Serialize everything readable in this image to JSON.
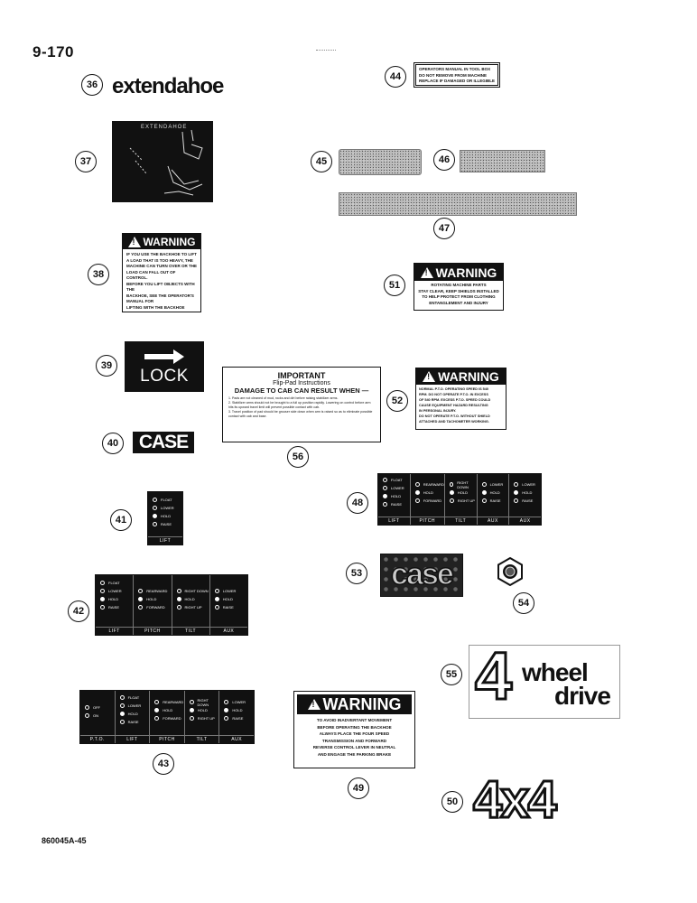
{
  "page_number": "9-170",
  "figure_id": "860045A-45",
  "callouts": [
    "36",
    "37",
    "38",
    "39",
    "40",
    "41",
    "42",
    "43",
    "44",
    "45",
    "46",
    "47",
    "48",
    "49",
    "50",
    "51",
    "52",
    "53",
    "54",
    "55",
    "56"
  ],
  "decal_36": {
    "text": "extendahoe"
  },
  "decal_37": {
    "title": "EXTENDAHOE"
  },
  "decal_38": {
    "heading": "WARNING",
    "lines": [
      "IF YOU USE THE BACKHOE TO LIFT",
      "A LOAD THAT IS TOO HEAVY, THE",
      "MACHINE CAN TURN OVER OR THE",
      "LOAD CAN FALL OUT OF CONTROL.",
      "BEFORE YOU LIFT OBJECTS WITH THE",
      "BACKHOE, SEE THE OPERATOR'S",
      "MANUAL FOR",
      "LIFTING WITH THE BACKHOE"
    ]
  },
  "decal_39": {
    "text": "LOCK"
  },
  "decal_40": {
    "text": "CASE"
  },
  "decal_41": {
    "rows": [
      "FLOAT",
      "LOWER",
      "HOLD",
      "RAISE"
    ],
    "label": "LIFT"
  },
  "decal_42": {
    "columns": [
      {
        "label": "LIFT",
        "rows": [
          "FLOAT",
          "LOWER",
          "HOLD",
          "RAISE"
        ]
      },
      {
        "label": "PITCH",
        "rows": [
          "REARWARD",
          "HOLD",
          "FORWARD"
        ]
      },
      {
        "label": "TILT",
        "rows": [
          "RIGHT DOWN",
          "HOLD",
          "RIGHT UP"
        ]
      },
      {
        "label": "AUX",
        "rows": [
          "LOWER",
          "HOLD",
          "RAISE"
        ]
      }
    ]
  },
  "decal_43": {
    "columns": [
      {
        "label": "P.T.O.",
        "rows": [
          "OFF",
          "ON"
        ]
      },
      {
        "label": "LIFT",
        "rows": [
          "FLOAT",
          "LOWER",
          "HOLD",
          "RAISE"
        ]
      },
      {
        "label": "PITCH",
        "rows": [
          "REARWARD",
          "HOLD",
          "FORWARD"
        ]
      },
      {
        "label": "TILT",
        "rows": [
          "RIGHT DOWN",
          "HOLD",
          "RIGHT UP"
        ]
      },
      {
        "label": "AUX",
        "rows": [
          "LOWER",
          "HOLD",
          "RAISE"
        ]
      }
    ]
  },
  "decal_44": {
    "lines": [
      "OPERATORS MANUAL IN TOOL BOX",
      "DO NOT REMOVE FROM MACHINE",
      "REPLACE IF DAMAGED OR ILLEGIBLE"
    ]
  },
  "decal_48": {
    "columns": [
      {
        "label": "LIFT",
        "rows": [
          "FLOAT",
          "LOWER",
          "HOLD",
          "RAISE"
        ]
      },
      {
        "label": "PITCH",
        "rows": [
          "REARWARD",
          "HOLD",
          "FORWARD"
        ]
      },
      {
        "label": "TILT",
        "rows": [
          "RIGHT DOWN",
          "HOLD",
          "RIGHT UP"
        ]
      },
      {
        "label": "AUX",
        "rows": [
          "LOWER",
          "HOLD",
          "RAISE"
        ]
      },
      {
        "label": "AUX",
        "rows": [
          "LOWER",
          "HOLD",
          "RAISE"
        ]
      }
    ]
  },
  "decal_49": {
    "heading": "WARNING",
    "lines": [
      "TO AVOID INADVERTANT MOVEMENT",
      "BEFORE OPERATING THE BACKHOE",
      "ALWAYS PLACE THE FOUR SPEED",
      "TRANSMISSION AND FORWARD",
      "REVERSE CONTROL LEVER IN NEUTRAL",
      "AND ENGAGE THE PARKING BRAKE"
    ]
  },
  "decal_50": {
    "text": "4x4"
  },
  "decal_51": {
    "heading": "WARNING",
    "lines": [
      "ROTATING MACHINE PARTS",
      "STAY CLEAR, KEEP SHIELDS INSTALLED",
      "TO HELP PROTECT FROM CLOTHING",
      "ENTANGLEMENT AND INJURY"
    ]
  },
  "decal_52": {
    "heading": "WARNING",
    "lines": [
      "NORMAL P.T.O. OPERATING SPEED IS 540",
      "RPM. DO NOT OPERATE P.T.O. IN EXCESS",
      "OF 540 RPM. EXCESS P.T.O. SPEED COULD",
      "CAUSE EQUIPMENT HAZARD RESULTING",
      "IN PERSONAL INJURY.",
      "DO NOT OPERATE P.T.O. WITHOUT SHIELD",
      "ATTACHED AND TACHOMETER WORKING."
    ]
  },
  "decal_53": {
    "text": "case"
  },
  "decal_55": {
    "numeral": "4",
    "line1": "wheel",
    "line2": "drive"
  },
  "decal_56": {
    "title": "IMPORTANT",
    "subtitle": "Flip-Pad Instructions",
    "heading": "DAMAGE TO CAB CAN RESULT WHEN —",
    "items": [
      "1. Pads are not cleaned of mud, rocks and dirt before raising stabilizer arms.",
      "2. Stabilizer arms should not be brought to a full up position rapidly. Lowering on control before arm hits its upward travel limit will prevent possible contact with cab.",
      "3. Travel position of pad should be grouser side down when arm is raised so as to eliminate possible contact with cab and base."
    ]
  }
}
